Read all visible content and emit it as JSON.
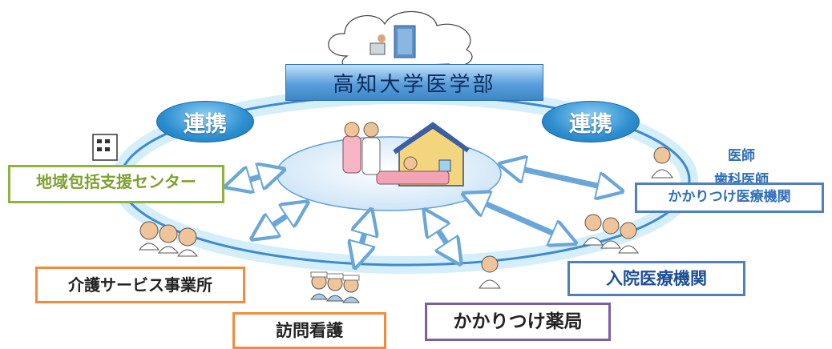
{
  "hub": {
    "label": "高知大学医学部"
  },
  "links": {
    "left": "連携",
    "right": "連携"
  },
  "nodes": {
    "regional_center": "地域包括支援センター",
    "care_office": "介護サービス事業所",
    "home_nursing": "訪問看護",
    "pharmacy": "かかりつけ薬局",
    "hospital": "入院医療機関",
    "clinic": "かかりつけ医療機関",
    "clinic_roles": "医師\n歯科医師"
  },
  "colors": {
    "green": "#8fb33a",
    "orange": "#f28c3c",
    "purple": "#7a5fa3",
    "blue": "#4f7fc0",
    "clinic_text": "#2f6fb7",
    "ring": "#3f89cf",
    "glow": "#bfe6f7"
  }
}
